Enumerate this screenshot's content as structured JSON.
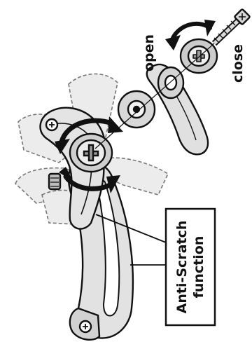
{
  "labels": {
    "open": "open",
    "close": "close",
    "feature_line1": "Anti-Scratch",
    "feature_line2": "function"
  },
  "colors": {
    "outline": "#111111",
    "part_fill": "#e6e6e6",
    "part_shade": "#c4c4c4",
    "ghost_fill": "#ebebeb",
    "background": "#ffffff"
  },
  "icons": {
    "rotation_arrows": "curved-double-arrow-icon",
    "screw": "phillips-screw-icon"
  }
}
